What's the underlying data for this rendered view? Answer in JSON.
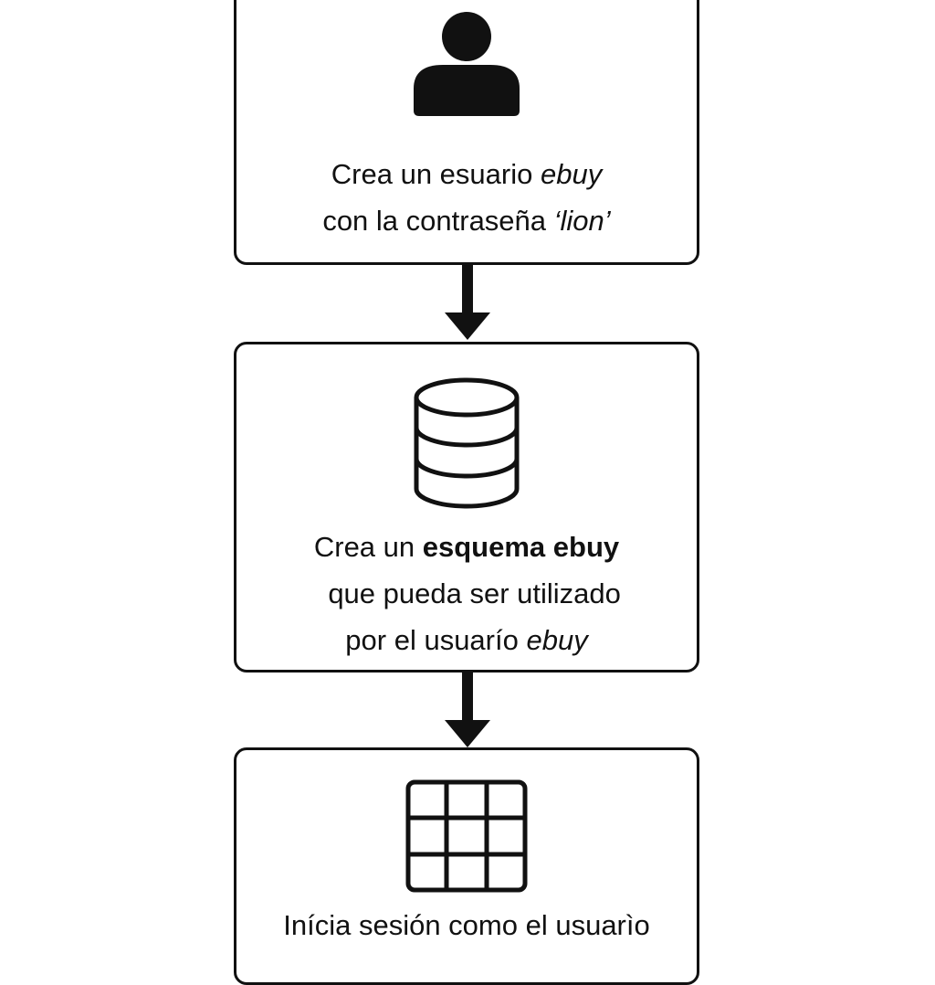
{
  "steps": [
    {
      "icon": "user-icon",
      "lines": [
        [
          {
            "t": "Crea un esuario "
          },
          {
            "t": "ebuy",
            "s": "it"
          }
        ],
        [
          {
            "t": "con la contraseña "
          },
          {
            "t": "‘lion’",
            "s": "it"
          }
        ]
      ]
    },
    {
      "icon": "database-icon",
      "lines": [
        [
          {
            "t": "Crea un "
          },
          {
            "t": "esquema ebuy",
            "s": "bd"
          }
        ],
        [
          {
            "t": "  que pueda ser utilizado"
          }
        ],
        [
          {
            "t": "por el usuarío "
          },
          {
            "t": "ebuy",
            "s": "it"
          }
        ]
      ]
    },
    {
      "icon": "table-grid-icon",
      "lines": [
        [
          {
            "t": "Inícia sesión como el usuarìo"
          }
        ]
      ]
    }
  ],
  "colors": {
    "stroke": "#111111",
    "background": "#ffffff"
  }
}
